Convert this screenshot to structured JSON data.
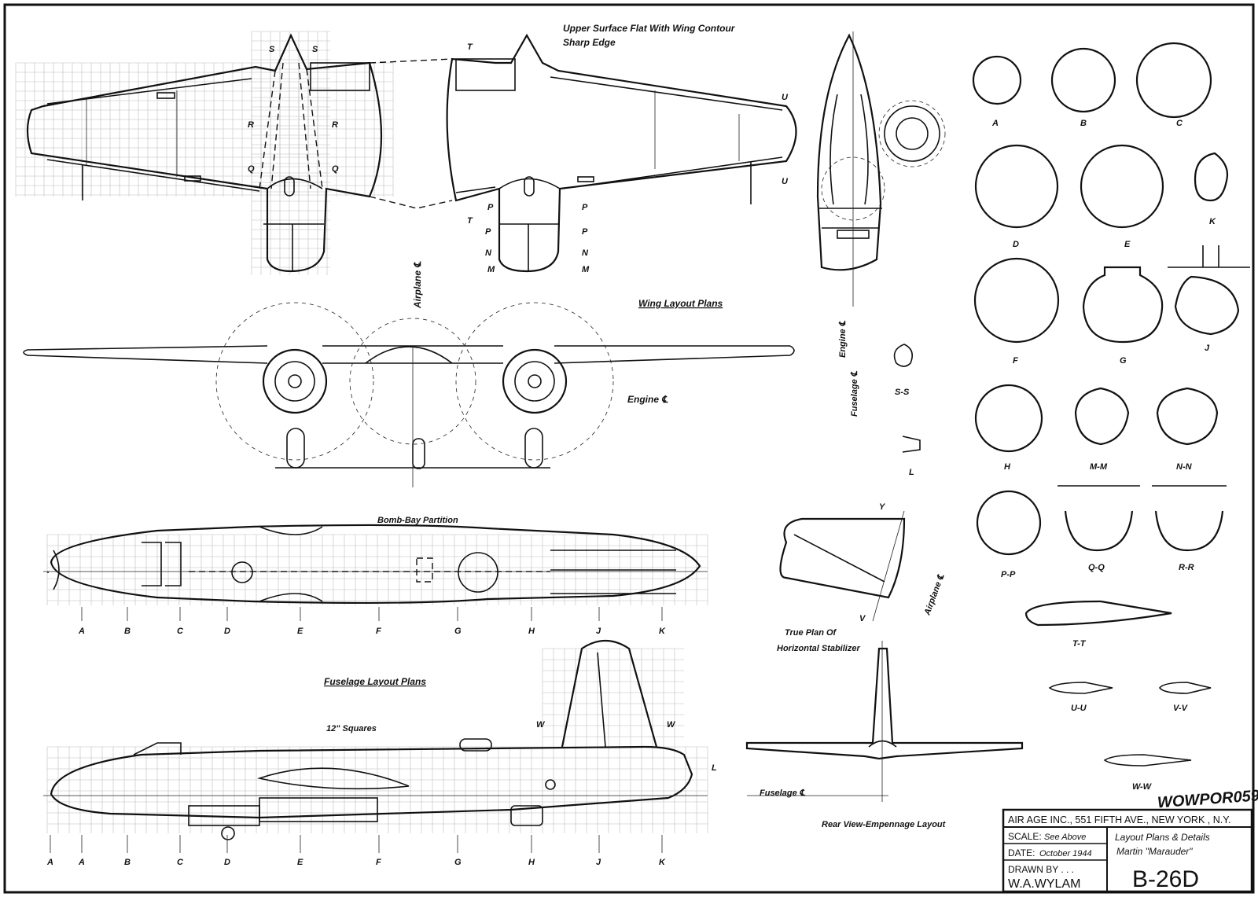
{
  "drawing": {
    "annotations": {
      "upper_surface": "Upper Surface Flat With Wing Contour",
      "sharp_edge": "Sharp Edge",
      "wing_layout_plans": "Wing Layout Plans",
      "airplane_cl": "Airplane ℄",
      "engine_cl": "Engine ℄",
      "engine_cl_vert": "Engine ℄",
      "fuselage_cl_vert": "Fuselage ℄",
      "bomb_bay": "Bomb-Bay Partition",
      "fuselage_layout_plans": "Fuselage Layout Plans",
      "squares": "12\" Squares",
      "true_plan_1": "True Plan Of",
      "true_plan_2": "Horizontal Stabilizer",
      "airplane_cl_stab": "Airplane ℄",
      "fuselage_cl": "Fuselage ℄",
      "rear_view": "Rear View-Empennage Layout"
    },
    "wing_markers": {
      "s": "S",
      "r": "R",
      "q": "Q",
      "t": "T",
      "u": "U",
      "p": "P",
      "n": "N",
      "m": "M"
    },
    "station_labels_top": [
      "A",
      "B",
      "C",
      "D",
      "E",
      "F",
      "G",
      "H",
      "J",
      "K"
    ],
    "station_labels_bottom": [
      "A",
      "A",
      "B",
      "C",
      "D",
      "E",
      "F",
      "G",
      "H",
      "J",
      "K"
    ],
    "fin_markers": {
      "w": "W",
      "l": "L",
      "y": "Y",
      "v": "V"
    },
    "sections": [
      "A",
      "B",
      "C",
      "D",
      "E",
      "K",
      "F",
      "G",
      "J",
      "S-S",
      "H",
      "M-M",
      "N-N",
      "L",
      "P-P",
      "Q-Q",
      "R-R",
      "T-T",
      "U-U",
      "V-V",
      "W-W"
    ],
    "signature": "WOWPOR059"
  },
  "title_block": {
    "publisher": "AIR AGE INC., 551 FIFTH AVE., NEW YORK , N.Y.",
    "scale_label": "SCALE:",
    "scale_value": "See Above",
    "date_label": "DATE:",
    "date_value": "October 1944",
    "drawn_by_label": "DRAWN BY . . .",
    "drawn_by_value": "W.A.WYLAM",
    "title_line1": "Layout Plans & Details",
    "title_line2": "Martin \"Marauder\"",
    "model": "B-26D"
  }
}
